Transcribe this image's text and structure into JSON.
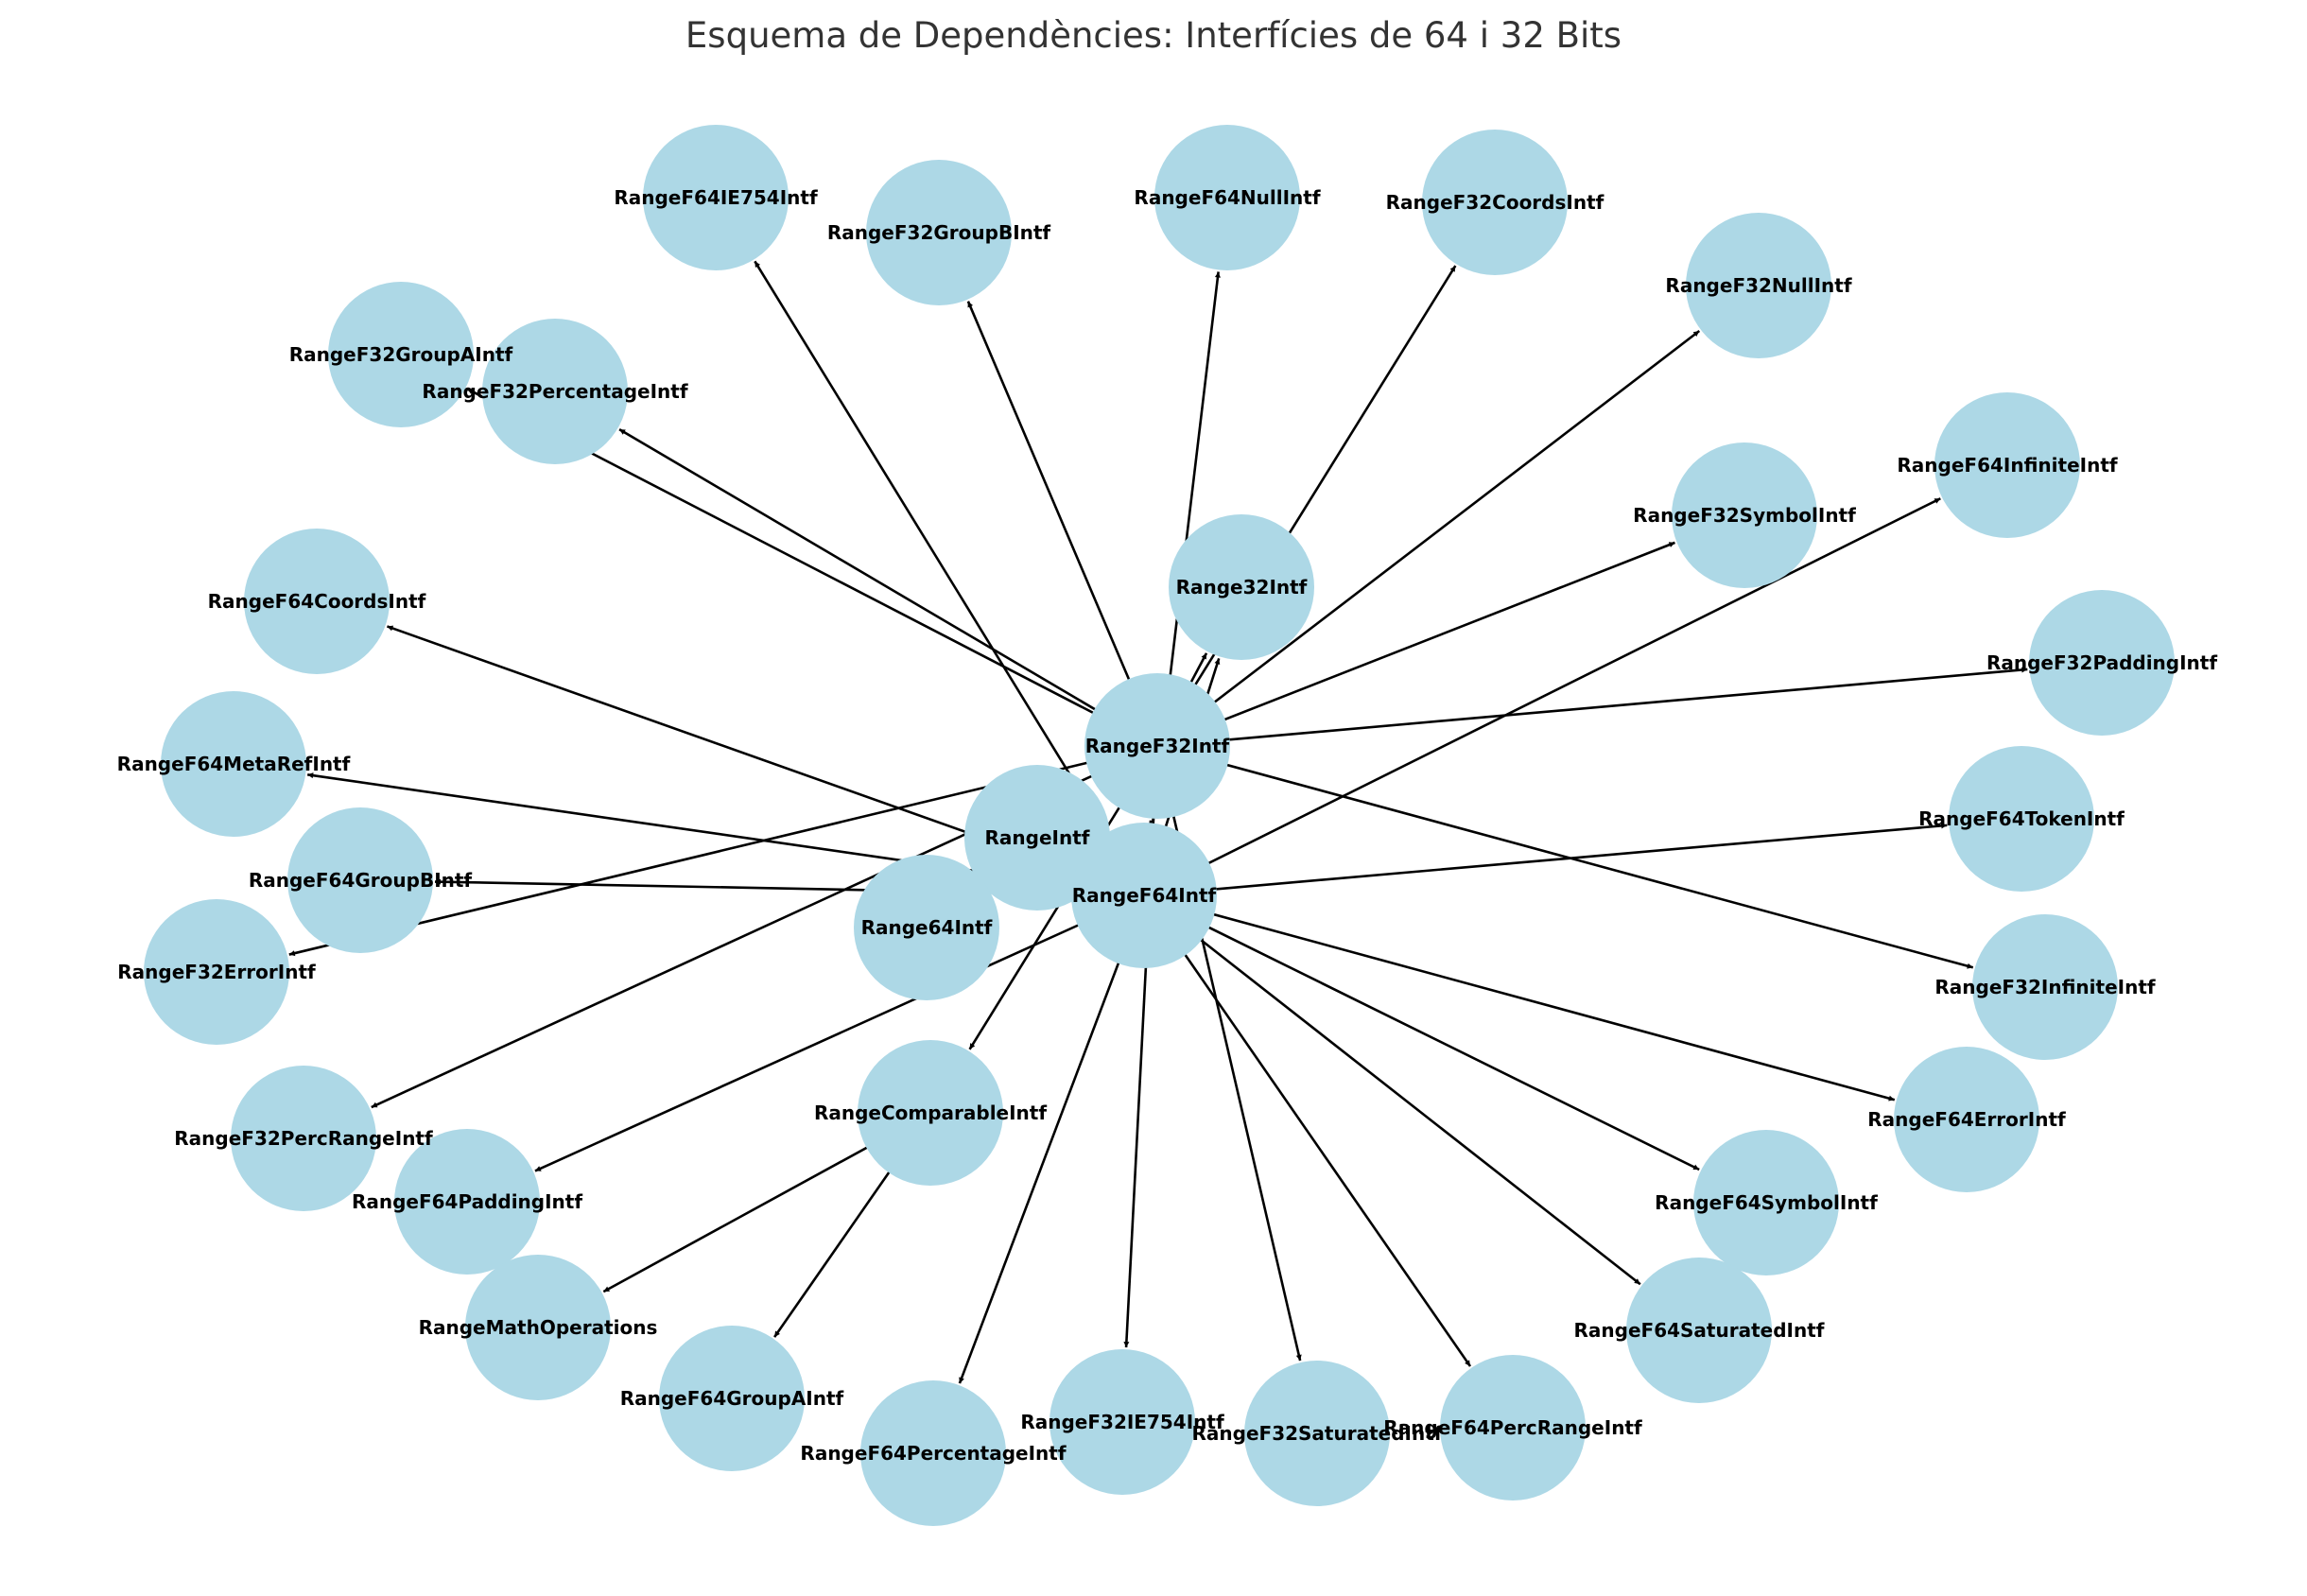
{
  "title": "Esquema de Dependències: Interfícies de 64 i 32 Bits",
  "colors": {
    "node_fill": "#add8e6",
    "edge": "#000000",
    "label": "#000000",
    "title": "#333333"
  },
  "nodes": [
    {
      "id": "RangeF64IE754Intf",
      "label": "RangeF64IE754Intf"
    },
    {
      "id": "RangeF32GroupBIntf",
      "label": "RangeF32GroupBIntf"
    },
    {
      "id": "RangeF64NullIntf",
      "label": "RangeF64NullIntf"
    },
    {
      "id": "RangeF32CoordsIntf",
      "label": "RangeF32CoordsIntf"
    },
    {
      "id": "RangeF32NullIntf",
      "label": "RangeF32NullIntf"
    },
    {
      "id": "RangeF32GroupAIntf",
      "label": "RangeF32GroupAIntf"
    },
    {
      "id": "RangeF32PercentageIntf",
      "label": "RangeF32PercentageIntf"
    },
    {
      "id": "RangeF64InfiniteIntf",
      "label": "RangeF64InfiniteIntf"
    },
    {
      "id": "RangeF32SymbolIntf",
      "label": "RangeF32SymbolIntf"
    },
    {
      "id": "Range32Intf",
      "label": "Range32Intf"
    },
    {
      "id": "RangeF64CoordsIntf",
      "label": "RangeF64CoordsIntf"
    },
    {
      "id": "RangeF32PaddingIntf",
      "label": "RangeF32PaddingIntf"
    },
    {
      "id": "RangeF32Intf",
      "label": "RangeF32Intf"
    },
    {
      "id": "RangeF64MetaRefIntf",
      "label": "RangeF64MetaRefIntf"
    },
    {
      "id": "RangeF64TokenIntf",
      "label": "RangeF64TokenIntf"
    },
    {
      "id": "RangeIntf",
      "label": "RangeIntf"
    },
    {
      "id": "RangeF64GroupBIntf",
      "label": "RangeF64GroupBIntf"
    },
    {
      "id": "RangeF64Intf",
      "label": "RangeF64Intf"
    },
    {
      "id": "Range64Intf",
      "label": "Range64Intf"
    },
    {
      "id": "RangeF32ErrorIntf",
      "label": "RangeF32ErrorIntf"
    },
    {
      "id": "RangeF32InfiniteIntf",
      "label": "RangeF32InfiniteIntf"
    },
    {
      "id": "RangeComparableIntf",
      "label": "RangeComparableIntf"
    },
    {
      "id": "RangeF64ErrorIntf",
      "label": "RangeF64ErrorIntf"
    },
    {
      "id": "RangeF32PercRangeIntf",
      "label": "RangeF32PercRangeIntf"
    },
    {
      "id": "RangeF64PaddingIntf",
      "label": "RangeF64PaddingIntf"
    },
    {
      "id": "RangeF64SymbolIntf",
      "label": "RangeF64SymbolIntf"
    },
    {
      "id": "RangeMathOperations",
      "label": "RangeMathOperations"
    },
    {
      "id": "RangeF64SaturatedIntf",
      "label": "RangeF64SaturatedIntf"
    },
    {
      "id": "RangeF64GroupAIntf",
      "label": "RangeF64GroupAIntf"
    },
    {
      "id": "RangeF32IE754Intf",
      "label": "RangeF32IE754Intf"
    },
    {
      "id": "RangeF32SaturatedIntf",
      "label": "RangeF32SaturatedIntf"
    },
    {
      "id": "RangeF64PercRangeIntf",
      "label": "RangeF64PercRangeIntf"
    },
    {
      "id": "RangeF64PercentageIntf",
      "label": "RangeF64PercentageIntf"
    }
  ],
  "edges": [
    [
      "RangeF32Intf",
      "RangeF32GroupBIntf"
    ],
    [
      "RangeF32Intf",
      "RangeF32CoordsIntf"
    ],
    [
      "RangeF32Intf",
      "RangeF32NullIntf"
    ],
    [
      "RangeF32Intf",
      "RangeF32GroupAIntf"
    ],
    [
      "RangeF32Intf",
      "RangeF32PercentageIntf"
    ],
    [
      "RangeF32Intf",
      "RangeF32SymbolIntf"
    ],
    [
      "RangeF32Intf",
      "RangeF32PaddingIntf"
    ],
    [
      "RangeF32Intf",
      "RangeF32InfiniteIntf"
    ],
    [
      "RangeF32Intf",
      "RangeF32ErrorIntf"
    ],
    [
      "RangeF32Intf",
      "RangeF32PercRangeIntf"
    ],
    [
      "RangeF32Intf",
      "RangeF32IE754Intf"
    ],
    [
      "RangeF32Intf",
      "RangeF32SaturatedIntf"
    ],
    [
      "RangeF32Intf",
      "Range32Intf"
    ],
    [
      "RangeF32Intf",
      "RangeComparableIntf"
    ],
    [
      "RangeF64Intf",
      "RangeF64IE754Intf"
    ],
    [
      "RangeF64Intf",
      "RangeF64NullIntf"
    ],
    [
      "RangeF64Intf",
      "RangeF64InfiniteIntf"
    ],
    [
      "RangeF64Intf",
      "RangeF64CoordsIntf"
    ],
    [
      "RangeF64Intf",
      "RangeF64MetaRefIntf"
    ],
    [
      "RangeF64Intf",
      "RangeF64TokenIntf"
    ],
    [
      "RangeF64Intf",
      "RangeF64GroupBIntf"
    ],
    [
      "RangeF64Intf",
      "RangeF64ErrorIntf"
    ],
    [
      "RangeF64Intf",
      "RangeF64PaddingIntf"
    ],
    [
      "RangeF64Intf",
      "RangeF64SymbolIntf"
    ],
    [
      "RangeF64Intf",
      "RangeF64SaturatedIntf"
    ],
    [
      "RangeF64Intf",
      "RangeF64PercRangeIntf"
    ],
    [
      "RangeF64Intf",
      "RangeF64PercentageIntf"
    ],
    [
      "RangeF64Intf",
      "RangeF32Intf"
    ],
    [
      "RangeF64Intf",
      "Range32Intf"
    ],
    [
      "RangeComparableIntf",
      "RangeMathOperations"
    ],
    [
      "RangeComparableIntf",
      "RangeF64GroupAIntf"
    ]
  ]
}
